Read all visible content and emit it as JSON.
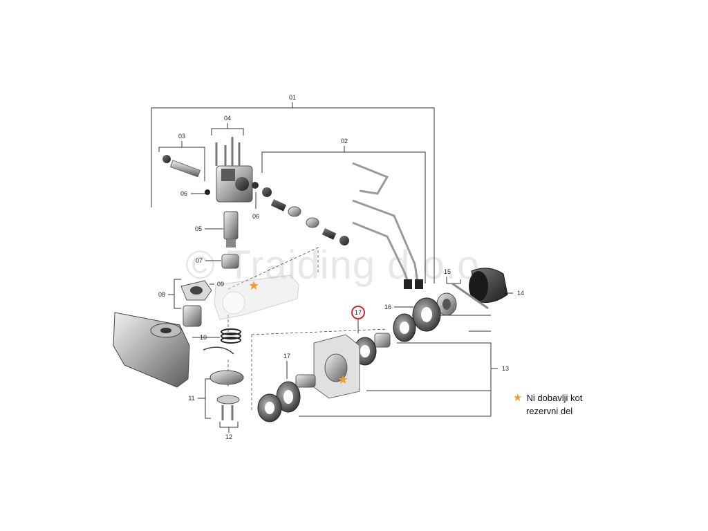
{
  "diagram": {
    "labels": {
      "p01": "01",
      "p02": "02",
      "p03": "03",
      "p04": "04",
      "p05": "05",
      "p06a": "06",
      "p06b": "06",
      "p07": "07",
      "p08": "08",
      "p09": "09",
      "p10": "10",
      "p11": "11",
      "p12": "12",
      "p13": "13",
      "p14": "14",
      "p15": "15",
      "p16": "16",
      "p17a": "17",
      "p17b": "17"
    },
    "highlight_label": "p17a",
    "star_color": "#f29b2a",
    "highlight_color": "#d9262b"
  },
  "legend": {
    "star_symbol": "★",
    "line1": "Ni dobavlji kot",
    "line2": "rezervni del"
  },
  "watermark": "© Traiding d.o.o."
}
